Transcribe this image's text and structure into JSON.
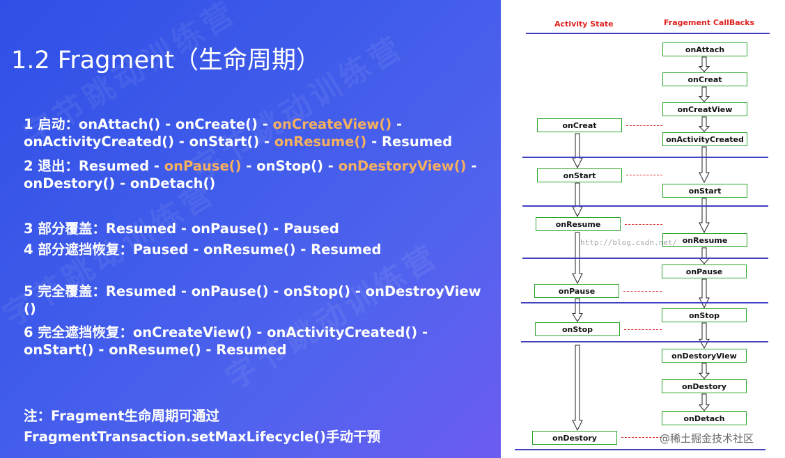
{
  "slide": {
    "title": "1.2 Fragment（生命周期）",
    "watermark": "字节跳动训练营"
  },
  "content": {
    "launch": {
      "prefix": "1 启动：",
      "p1": "onAttach() - onCreate() - ",
      "h1": "onCreateView()",
      "p2": " -",
      "p3": "onActivityCreated() - onStart() - ",
      "h2": "onResume()",
      "p4": " - Resumed"
    },
    "exit": {
      "prefix": "2 退出：",
      "p1": "Resumed - ",
      "h1": "onPause()",
      "p2": " - onStop() - ",
      "h2": "onDestoryView()",
      "p3": " -",
      "p4": "onDestory() - onDetach()"
    },
    "partial_cover": {
      "prefix": "3 部分覆盖：",
      "text": "Resumed - onPause() - Paused"
    },
    "partial_restore": {
      "prefix": "4 部分遮挡恢复：",
      "text": "Paused - onResume() - Resumed"
    },
    "full_cover": {
      "prefix": "5 完全覆盖：",
      "text": "Resumed  - onPause() - onStop() - onDestroyView",
      "text2": "()"
    },
    "full_restore": {
      "prefix": "6 完全遮挡恢复：",
      "text": "onCreateView() - onActivityCreated() -",
      "text2": "onStart() - onResume() - Resumed"
    },
    "note": {
      "line1": "注：Fragment生命周期可通过",
      "line2": "FragmentTransaction.setMaxLifecycle()手动干预"
    },
    "highlight_color": "#f6b05e"
  },
  "diagram": {
    "header_activity": "Activity State",
    "header_fragment": "Fragement CallBacks",
    "activity_states": [
      "onCreat",
      "onStart",
      "onResume",
      "onPause",
      "onStop",
      "onDestory"
    ],
    "fragment_callbacks": [
      "onAttach",
      "onCreat",
      "onCreatView",
      "onActivityCreated",
      "onStart",
      "onResume",
      "onPause",
      "onStop",
      "onDestoryView",
      "onDestory",
      "onDetach"
    ],
    "csdn_watermark": "http://blog.csdn.net/",
    "box_border_color": "#2aa52a",
    "divider_color": "#4040c0",
    "dash_color": "#e03030"
  },
  "footer": {
    "text": "@稀土掘金技术社区"
  }
}
